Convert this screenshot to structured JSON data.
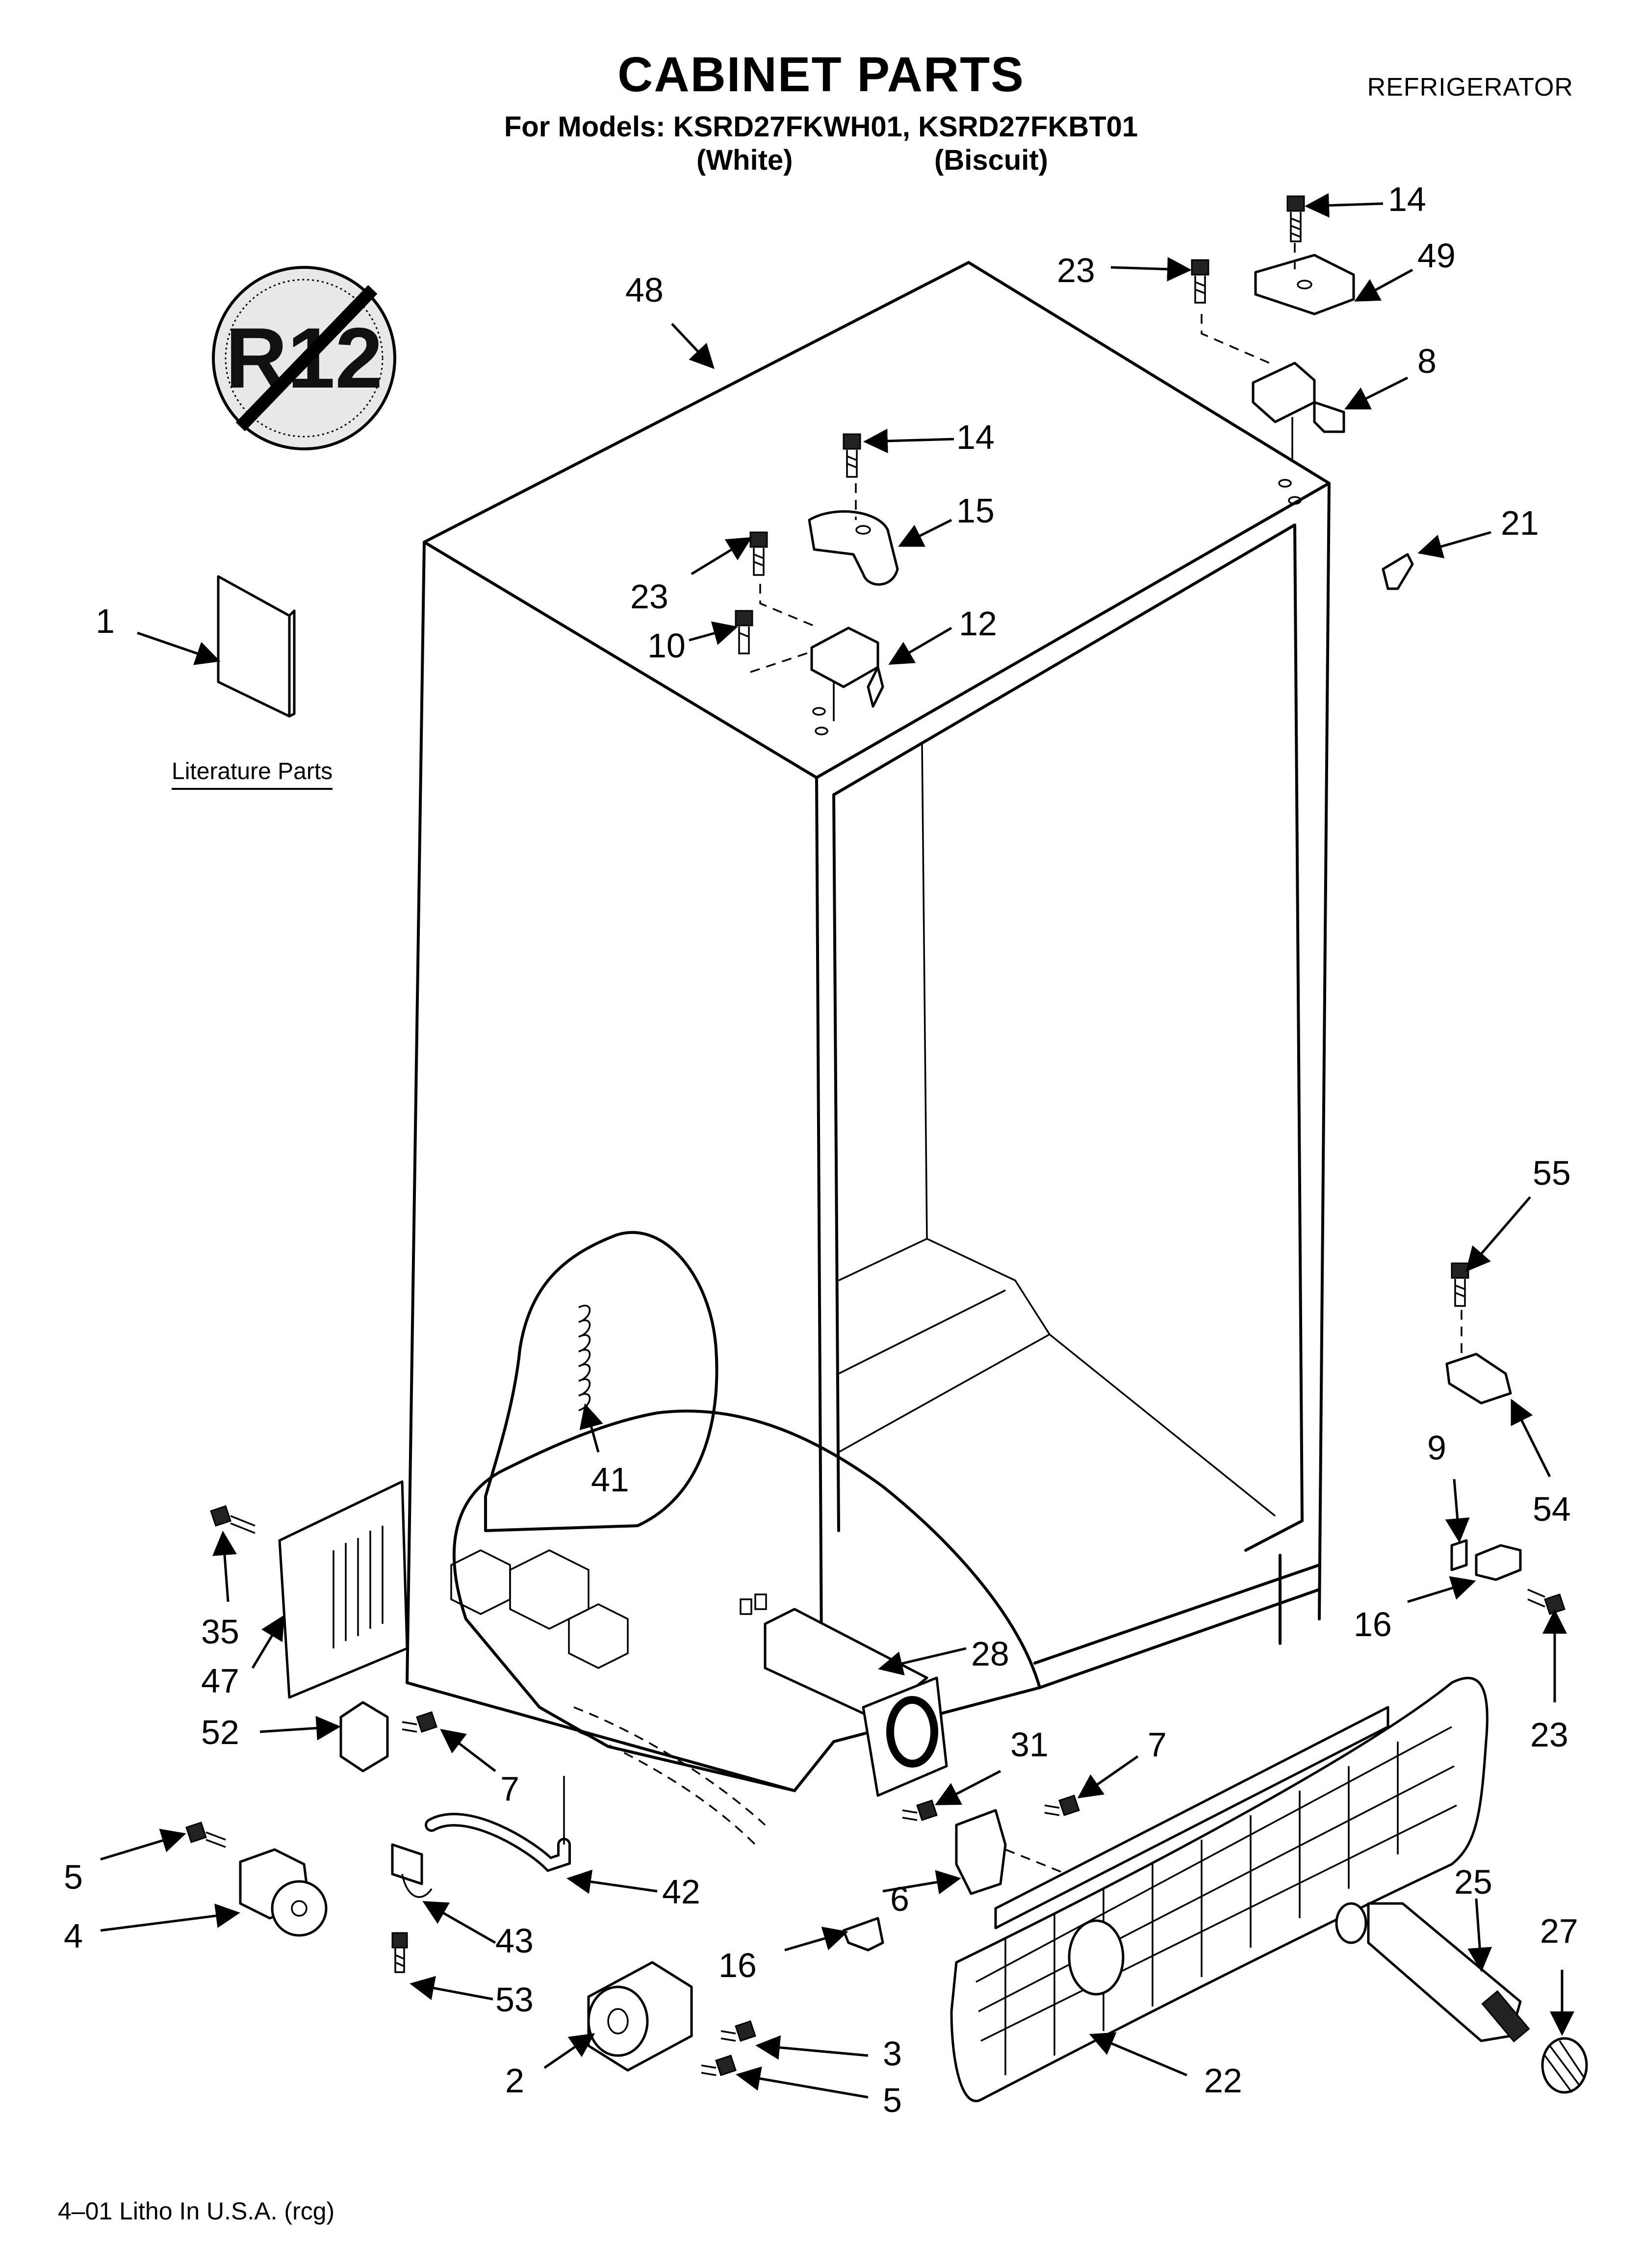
{
  "header": {
    "title": "CABINET PARTS",
    "models": "For Models: KSRD27FKWH01, KSRD27FKBT01",
    "variant_white": "(White)",
    "variant_biscuit": "(Biscuit)",
    "category": "REFRIGERATOR"
  },
  "literature_label": "Literature Parts",
  "no_r12_badge": "R12",
  "footer": "4–01 Litho In U.S.A. (rcg)",
  "callouts": {
    "c14a": "14",
    "c23a": "23",
    "c49": "49",
    "c48": "48",
    "c8": "8",
    "c14b": "14",
    "c15": "15",
    "c21": "21",
    "c1": "1",
    "c23b": "23",
    "c12": "12",
    "c10": "10",
    "c55": "55",
    "c9": "9",
    "c54": "54",
    "c16a": "16",
    "c23c": "23",
    "c41": "41",
    "c35": "35",
    "c47": "47",
    "c28": "28",
    "c52": "52",
    "c7a": "7",
    "c31": "31",
    "c7b": "7",
    "c5a": "5",
    "c42": "42",
    "c25": "25",
    "c6": "6",
    "c4": "4",
    "c43": "43",
    "c27": "27",
    "c16b": "16",
    "c53": "53",
    "c3": "3",
    "c2": "2",
    "c5b": "5",
    "c22": "22"
  }
}
